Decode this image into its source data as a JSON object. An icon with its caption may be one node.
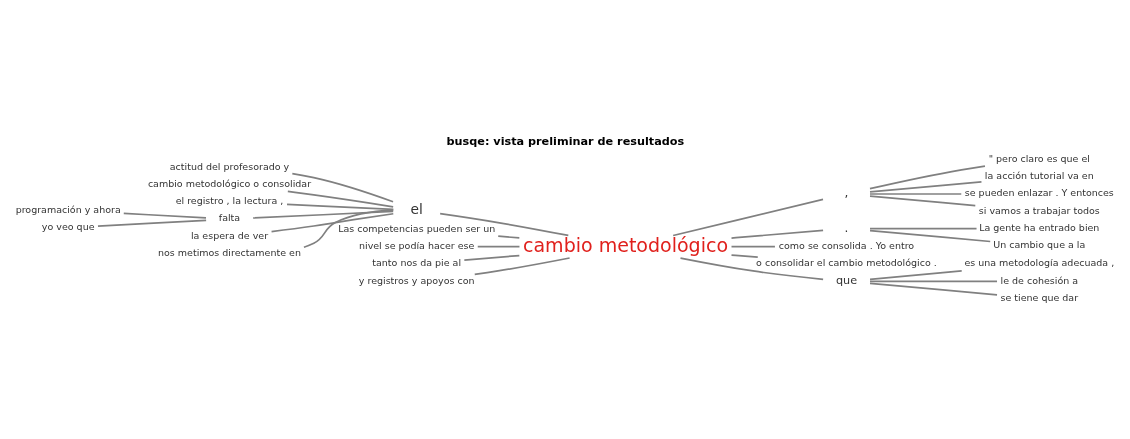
{
  "diagram": {
    "title": "busqe: vista preliminar de resultados",
    "nodes": [
      {
        "text": [
          "actitud del profesorado y"
        ]
      },
      {
        "text": [
          "cambio metodológico o consolidar"
        ]
      },
      {
        "text": [
          "el registro , la lectura ,"
        ]
      },
      {
        "text": [
          "programación y ahora"
        ]
      },
      {
        "text": [
          "yo veo que"
        ]
      },
      {
        "text": [
          "falta"
        ]
      },
      {
        "text": [
          "la espera de ver"
        ]
      },
      {
        "text": [
          "nos metimos directamente en"
        ]
      },
      {
        "text": [
          "el"
        ]
      },
      {
        "text": [
          "Las competencias pueden ser un"
        ]
      },
      {
        "text": [
          "nivel se podía hacer ese"
        ]
      },
      {
        "text": [
          "tanto nos da pie al"
        ]
      },
      {
        "text": [
          "y registros y apoyos con"
        ]
      },
      {
        "text": [
          "cambio metodológico"
        ]
      },
      {
        "text": [
          ","
        ]
      },
      {
        "text": [
          "\" pero claro es que el"
        ]
      },
      {
        "text": [
          "la acción tutorial va en"
        ]
      },
      {
        "text": [
          "se pueden enlazar . Y entonces"
        ]
      },
      {
        "text": [
          "si vamos a trabajar todos"
        ]
      },
      {
        "text": [
          "."
        ]
      },
      {
        "text": [
          "La gente ha entrado bien"
        ]
      },
      {
        "text": [
          "Un cambio que a la"
        ]
      },
      {
        "text": [
          "como se consolida . Yo entro"
        ]
      },
      {
        "text": [
          "o consolidar el cambio metodológico ."
        ]
      },
      {
        "text": [
          "que"
        ]
      },
      {
        "text": [
          "es una metodología adecuada ,"
        ]
      },
      {
        "text": [
          "le de cohesión a"
        ]
      },
      {
        "text": [
          "se tiene que dar"
        ]
      }
    ],
    "edges": [
      {
        "from": 0,
        "to": 8,
        "arrow": "none"
      },
      {
        "from": 1,
        "to": 8,
        "arrow": "none"
      },
      {
        "from": 2,
        "to": 8,
        "arrow": "none"
      },
      {
        "from": 3,
        "to": 5,
        "arrow": "none"
      },
      {
        "from": 4,
        "to": 5,
        "arrow": "none"
      },
      {
        "from": 5,
        "to": 8,
        "arrow": "none"
      },
      {
        "from": 6,
        "to": 8,
        "arrow": "none"
      },
      {
        "from": 7,
        "to": 8,
        "arrow": "none"
      },
      {
        "from": 8,
        "to": 13,
        "arrow": "none"
      },
      {
        "from": 9,
        "to": 13,
        "arrow": "none"
      },
      {
        "from": 10,
        "to": 13,
        "arrow": "none"
      },
      {
        "from": 11,
        "to": 13,
        "arrow": "none"
      },
      {
        "from": 12,
        "to": 13,
        "arrow": "none"
      },
      {
        "from": 13,
        "to": 14,
        "arrow": "none"
      },
      {
        "from": 14,
        "to": 15,
        "arrow": "none"
      },
      {
        "from": 14,
        "to": 16,
        "arrow": "none"
      },
      {
        "from": 14,
        "to": 17,
        "arrow": "none"
      },
      {
        "from": 14,
        "to": 18,
        "arrow": "none"
      },
      {
        "from": 13,
        "to": 19,
        "arrow": "none"
      },
      {
        "from": 19,
        "to": 20,
        "arrow": "none"
      },
      {
        "from": 19,
        "to": 21,
        "arrow": "none"
      },
      {
        "from": 13,
        "to": 22,
        "arrow": "none"
      },
      {
        "from": 13,
        "to": 23,
        "arrow": "none"
      },
      {
        "from": 13,
        "to": 24,
        "arrow": "none"
      },
      {
        "from": 24,
        "to": 25,
        "arrow": "none"
      },
      {
        "from": 24,
        "to": 26,
        "arrow": "none"
      },
      {
        "from": 24,
        "to": 27,
        "arrow": "none"
      }
    ]
  }
}
